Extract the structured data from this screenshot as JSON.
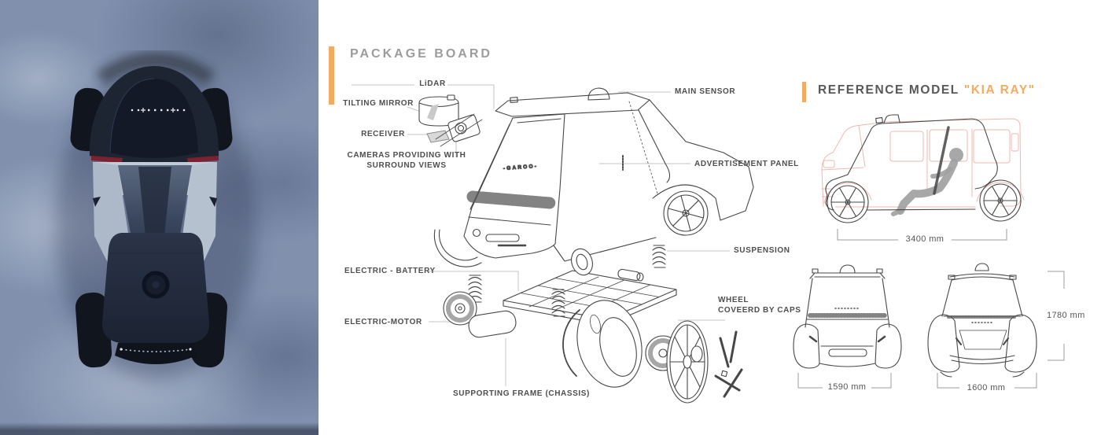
{
  "colors": {
    "accent": "#F3AC5F",
    "label": "#4E4E4E",
    "title": "#9C9C9C",
    "heading": "#57585A",
    "line": "#C5C5C5",
    "ink": "#474747",
    "ghost": "#EDB9B1",
    "dim": "#9E9E9E"
  },
  "package_board": {
    "title": "PACKAGE BOARD",
    "sketch_logo": "-GAROO-",
    "callouts": {
      "lidar": "LiDAR",
      "tilting_mirror": "TILTING MIRROR",
      "receiver": "RECEIVER",
      "cameras_line1": "CAMERAS PROVIDING WITH",
      "cameras_line2": "SURROUND VIEWS",
      "main_sensor": "MAIN SENSOR",
      "advertisement_panel": "ADVERTISEMENT PANEL",
      "suspension": "SUSPENSION",
      "electric_battery": "ELECTRIC - BATTERY",
      "electric_motor": "ELECTRIC-MOTOR",
      "wheel_line1": "WHEEL",
      "wheel_line2": "COVEERD BY CAPS",
      "supporting_frame": "SUPPORTING FRAME (CHASSIS)"
    }
  },
  "reference_model": {
    "title": "REFERENCE MODEL",
    "model_name": "\"KIA RAY\"",
    "dim_length": "3400 mm",
    "dim_front_width": "1590 mm",
    "dim_rear_width": "1600 mm",
    "dim_height": "1780 mm"
  }
}
